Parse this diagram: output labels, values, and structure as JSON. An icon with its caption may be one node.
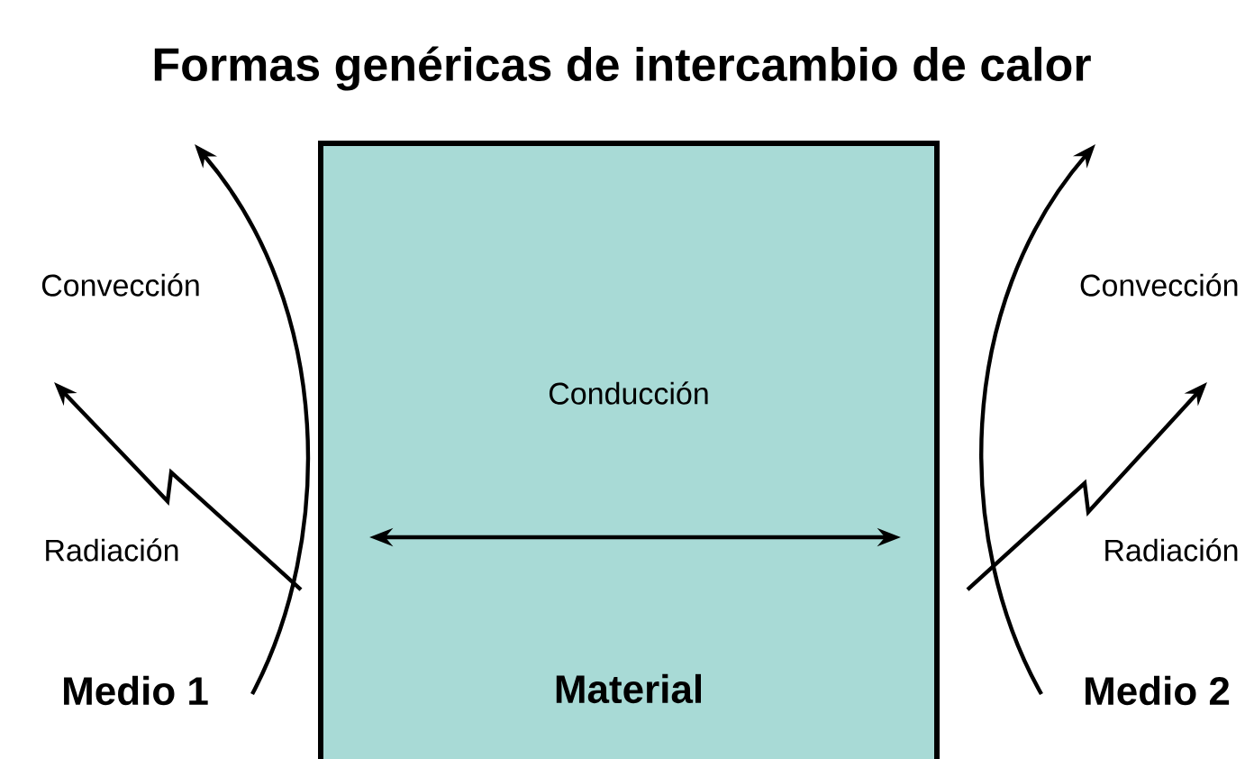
{
  "diagram": {
    "title": "Formas genéricas de intercambio de calor",
    "nodes": [
      {
        "text": [
          "Conducción",
          "Material"
        ]
      }
    ],
    "labels": [
      "Convección",
      "Convección",
      "Radiación",
      "Radiación",
      "Medio 1",
      "Medio 2"
    ]
  }
}
